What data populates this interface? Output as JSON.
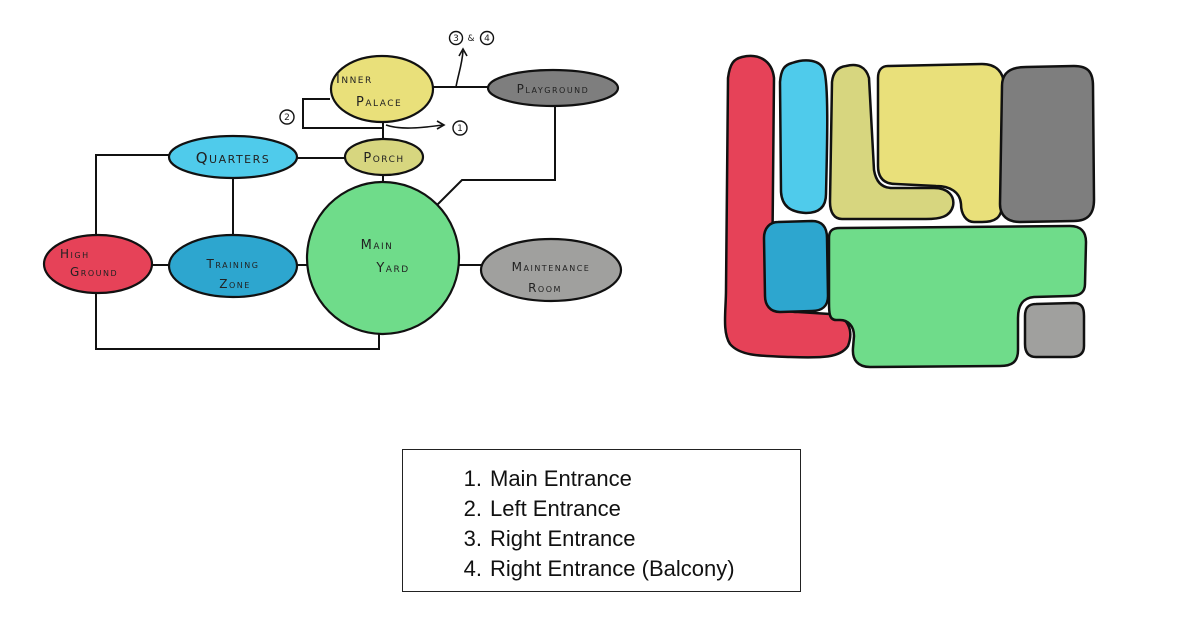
{
  "graph": {
    "nodes": [
      {
        "id": "inner-palace",
        "label_lines": [
          "Inner",
          "Palace"
        ],
        "color": "#e9e07a"
      },
      {
        "id": "playground",
        "label_lines": [
          "Playground"
        ],
        "color": "#7e7e7e"
      },
      {
        "id": "quarters",
        "label_lines": [
          "Quarters"
        ],
        "color": "#4fcbeb"
      },
      {
        "id": "porch",
        "label_lines": [
          "Porch"
        ],
        "color": "#d7d67f"
      },
      {
        "id": "high-ground",
        "label_lines": [
          "High",
          "Ground"
        ],
        "color": "#e64258"
      },
      {
        "id": "training-zone",
        "label_lines": [
          "Training",
          "Zone"
        ],
        "color": "#2da6cf"
      },
      {
        "id": "main-yard",
        "label_lines": [
          "Main",
          "Yard"
        ],
        "color": "#6fdc8a"
      },
      {
        "id": "maintenance-room",
        "label_lines": [
          "Maintenance",
          "Room"
        ],
        "color": "#a0a09e"
      }
    ],
    "edges": [
      [
        "inner-palace",
        "playground"
      ],
      [
        "inner-palace",
        "porch"
      ],
      [
        "porch",
        "quarters"
      ],
      [
        "porch",
        "main-yard"
      ],
      [
        "playground",
        "main-yard"
      ],
      [
        "quarters",
        "training-zone"
      ],
      [
        "quarters",
        "high-ground"
      ],
      [
        "high-ground",
        "training-zone"
      ],
      [
        "training-zone",
        "main-yard"
      ],
      [
        "main-yard",
        "maintenance-room"
      ],
      [
        "high-ground",
        "main-yard"
      ]
    ],
    "entrance_markers": {
      "top": "③&④",
      "left": "②",
      "right": "①"
    }
  },
  "floorplan": {
    "blocks": [
      {
        "id": "high-ground",
        "color": "#e64258"
      },
      {
        "id": "quarters",
        "color": "#4fcbeb"
      },
      {
        "id": "porch",
        "color": "#d7d67f"
      },
      {
        "id": "inner-palace",
        "color": "#e9e07a"
      },
      {
        "id": "playground",
        "color": "#7e7e7e"
      },
      {
        "id": "training-zone",
        "color": "#2da6cf"
      },
      {
        "id": "main-yard",
        "color": "#6fdc8a"
      },
      {
        "id": "maintenance-room",
        "color": "#a0a09e"
      }
    ]
  },
  "legend": {
    "items": [
      "Main Entrance",
      "Left Entrance",
      "Right Entrance",
      "Right Entrance (Balcony)"
    ]
  }
}
